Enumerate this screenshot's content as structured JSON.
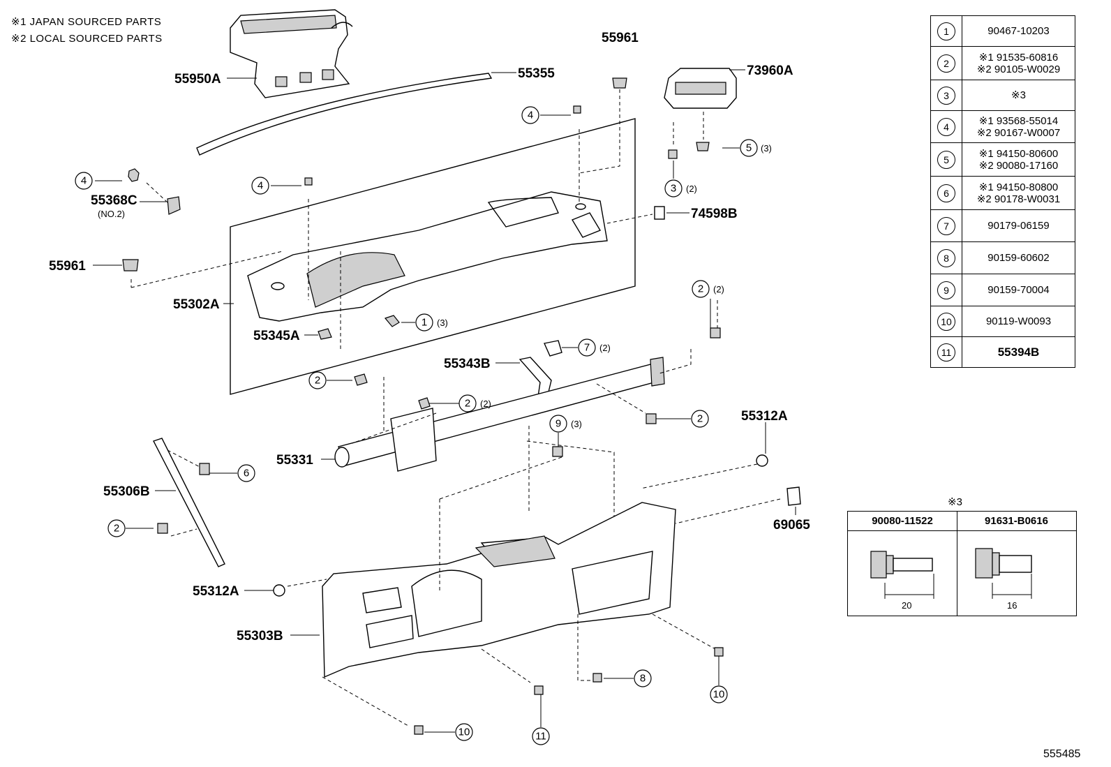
{
  "notes": [
    "※1 JAPAN SOURCED PARTS",
    "※2 LOCAL SOURCED PARTS"
  ],
  "labels": {
    "p55950A": "55950A",
    "p55355": "55355",
    "p55961_top": "55961",
    "p73960A": "73960A",
    "p55368C": "55368C",
    "p55368C_sub": "(NO.2)",
    "p55961_left": "55961",
    "p74598B": "74598B",
    "p55302A": "55302A",
    "p55345A": "55345A",
    "p55343B": "55343B",
    "p55331": "55331",
    "p55312A_right": "55312A",
    "p55306B": "55306B",
    "p69065": "69065",
    "p55312A_left": "55312A",
    "p55303B": "55303B"
  },
  "callouts": {
    "c1": "1",
    "c2": "2",
    "c3": "3",
    "c4": "4",
    "c5": "5",
    "c6": "6",
    "c7": "7",
    "c8": "8",
    "c9": "9",
    "c10": "10",
    "c11": "11",
    "q3": "(3)",
    "q2": "(2)"
  },
  "parts_table": [
    {
      "key": "1",
      "value": "90467-10203"
    },
    {
      "key": "2",
      "value": "※1 91535-60816\n※2 90105-W0029"
    },
    {
      "key": "3",
      "value": "※3"
    },
    {
      "key": "4",
      "value": "※1 93568-55014\n※2 90167-W0007"
    },
    {
      "key": "5",
      "value": "※1 94150-80600\n※2 90080-17160"
    },
    {
      "key": "6",
      "value": "※1 94150-80800\n※2 90178-W0031"
    },
    {
      "key": "7",
      "value": "90179-06159"
    },
    {
      "key": "8",
      "value": "90159-60602"
    },
    {
      "key": "9",
      "value": "90159-70004"
    },
    {
      "key": "10",
      "value": "90119-W0093"
    },
    {
      "key": "11",
      "value": "55394B"
    }
  ],
  "note3_table": {
    "title": "※3",
    "col1": {
      "part": "90080-11522",
      "dimension": "20"
    },
    "col2": {
      "part": "91631-B0616",
      "dimension": "16"
    }
  },
  "drawing_number": "555485"
}
